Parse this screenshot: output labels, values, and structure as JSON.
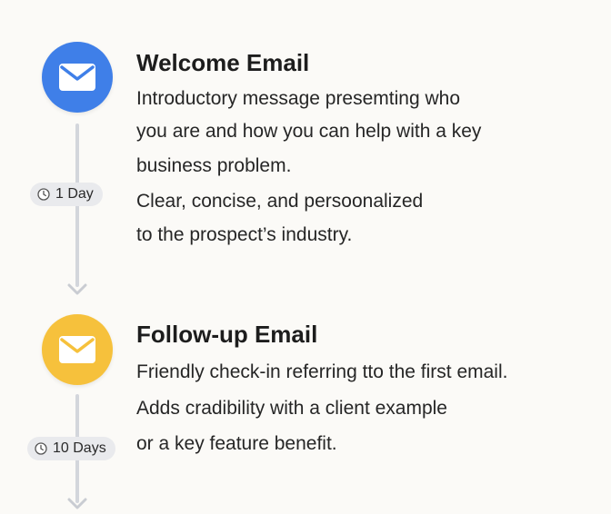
{
  "steps": [
    {
      "title": "Welcome Email",
      "icon": "envelope-icon",
      "color": "#3f7fe8",
      "description_lines": [
        "Introductory message presemting who",
        "you are and how you can help with a key",
        "business problem."
      ],
      "note_lines": [
        "Clear, concise, and persoonalized",
        "to the prospect’s industry."
      ],
      "delay": "1 Day"
    },
    {
      "title": "Follow-up Email",
      "icon": "envelope-icon",
      "color": "#f6c13c",
      "description_lines": [
        "Friendly check-in referring tto the first email."
      ],
      "note_lines": [
        "Adds cradibility with a client example",
        "or a key feature benefit."
      ],
      "delay": "10 Days"
    }
  ]
}
